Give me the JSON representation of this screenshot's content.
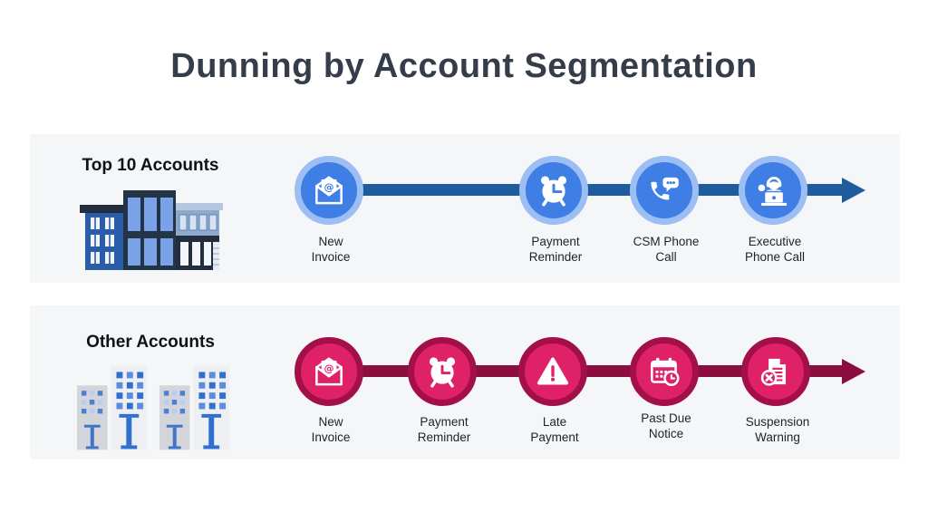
{
  "title": "Dunning by Account Segmentation",
  "colors": {
    "band_background": "#f5f6f8",
    "title_text": "#353c4a",
    "label_text": "#1c222c",
    "top_circle": "#3e7ee5",
    "top_ring": "#9cbef2",
    "top_line": "#1e5c9e",
    "other_circle": "#df2168",
    "other_ring": "#a30f48",
    "other_line": "#8c0e3e"
  },
  "sections": [
    {
      "name": "Top 10 Accounts",
      "illustration": "office-building",
      "steps": [
        {
          "icon": "mail-invoice-icon",
          "line1": "New",
          "line2": "Invoice"
        },
        {
          "icon": "alarm-clock-icon",
          "line1": "Payment",
          "line2": "Reminder"
        },
        {
          "icon": "phone-chat-icon",
          "line1": "CSM Phone",
          "line2": "Call"
        },
        {
          "icon": "support-agent-icon",
          "line1": "Executive",
          "line2": "Phone Call"
        }
      ]
    },
    {
      "name": "Other Accounts",
      "illustration": "city-buildings",
      "steps": [
        {
          "icon": "mail-invoice-icon",
          "line1": "New",
          "line2": "Invoice"
        },
        {
          "icon": "alarm-clock-icon",
          "line1": "Payment",
          "line2": "Reminder"
        },
        {
          "icon": "warning-triangle-icon",
          "line1": "Late",
          "line2": "Payment"
        },
        {
          "icon": "calendar-clock-icon",
          "line1": "Past Due",
          "line2": "Notice"
        },
        {
          "icon": "document-x-icon",
          "line1": "Suspension",
          "line2": "Warning"
        }
      ]
    }
  ]
}
